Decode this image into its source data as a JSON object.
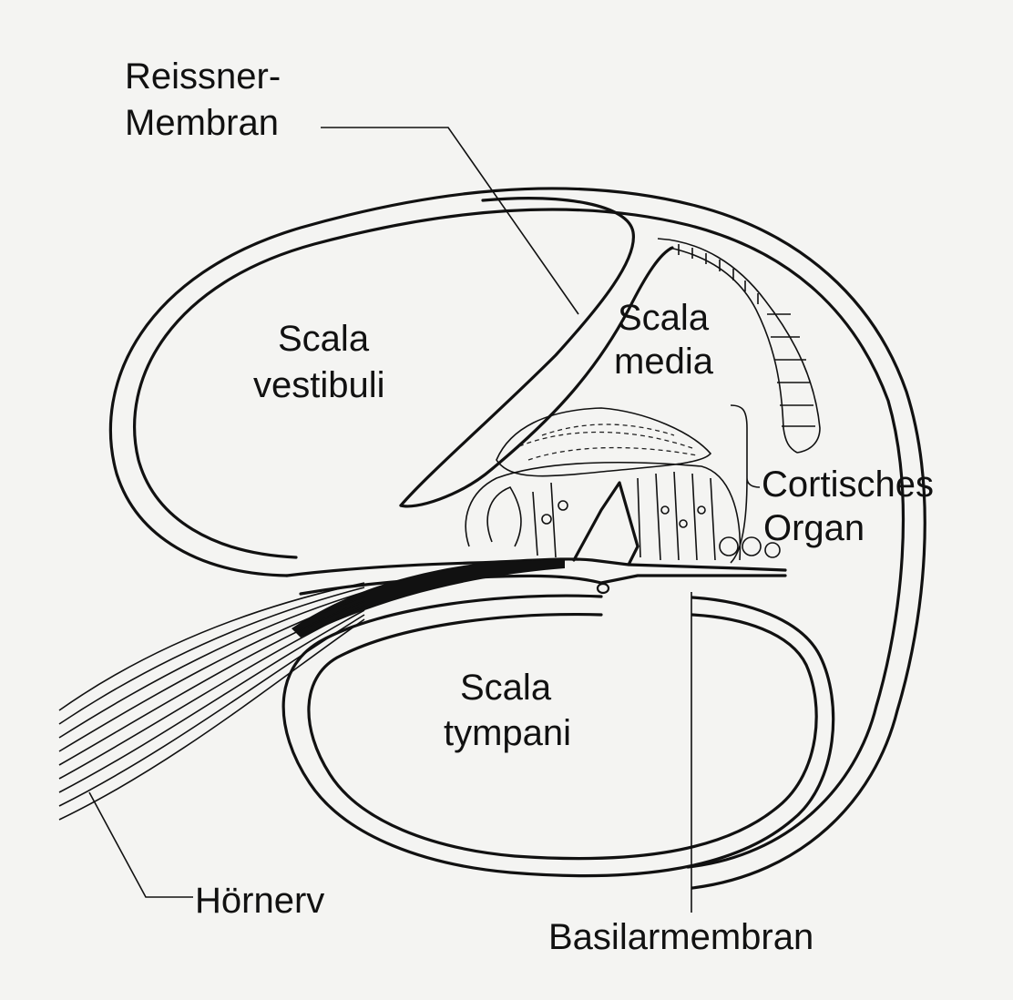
{
  "labels": {
    "reissner_line1": "Reissner-",
    "reissner_line2": "Membran",
    "scala_vestibuli_line1": "Scala",
    "scala_vestibuli_line2": "vestibuli",
    "scala_media_line1": "Scala",
    "scala_media_line2": "media",
    "cortisches_line1": "Cortisches",
    "cortisches_line2": "Organ",
    "scala_tympani_line1": "Scala",
    "scala_tympani_line2": "tympani",
    "hoernerv": "Hörnerv",
    "basilarmembran": "Basilarmembran"
  },
  "colors": {
    "paper": "#f4f4f2",
    "ink": "#111111"
  }
}
